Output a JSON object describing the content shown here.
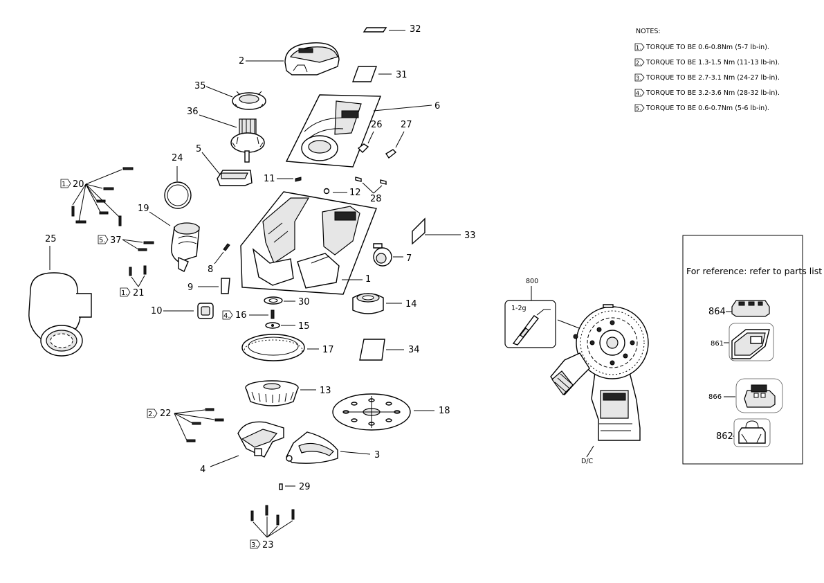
{
  "notes": {
    "title": "NOTES:",
    "items": [
      {
        "tag": "1.",
        "text": "TORQUE TO BE 0.6-0.8Nm (5-7 lb-in)."
      },
      {
        "tag": "2.",
        "text": "TORQUE TO BE 1.3-1.5 Nm (11-13 lb-in)."
      },
      {
        "tag": "3.",
        "text": "TORQUE TO BE 2.7-3.1 Nm (24-27 lb-in)."
      },
      {
        "tag": "4.",
        "text": "TORQUE TO BE 3.2-3.6 Nm (28-32 lb-in)."
      },
      {
        "tag": "5.",
        "text": "TORQUE TO BE 0.6-0.7Nm (5-6 lb-in)."
      }
    ]
  },
  "reference_box": {
    "title": "For reference: refer to parts list",
    "items": [
      "864",
      "861",
      "866",
      "862"
    ]
  },
  "lubricant": {
    "part_no": "800",
    "amount": "1-2g"
  },
  "dc_label": "D/C",
  "callouts": {
    "p1": "1",
    "p2": "2",
    "p3": "3",
    "p4": "4",
    "p5": "5",
    "p6": "6",
    "p7": "7",
    "p8": "8",
    "p9": "9",
    "p10": "10",
    "p11": "11",
    "p12": "12",
    "p13": "13",
    "p14": "14",
    "p15": "15",
    "p16": "16",
    "p17": "17",
    "p18": "18",
    "p19": "19",
    "p20": "20",
    "p21": "21",
    "p22": "22",
    "p23": "23",
    "p24": "24",
    "p25": "25",
    "p26": "26",
    "p27": "27",
    "p28": "28",
    "p29": "29",
    "p30": "30",
    "p31": "31",
    "p32": "32",
    "p33": "33",
    "p34": "34",
    "p35": "35",
    "p36": "36",
    "p37": "37"
  },
  "torque_flags": {
    "f20": "1.",
    "f37": "5.",
    "f21": "1.",
    "f16": "4.",
    "f22": "2.",
    "f23": "3."
  }
}
